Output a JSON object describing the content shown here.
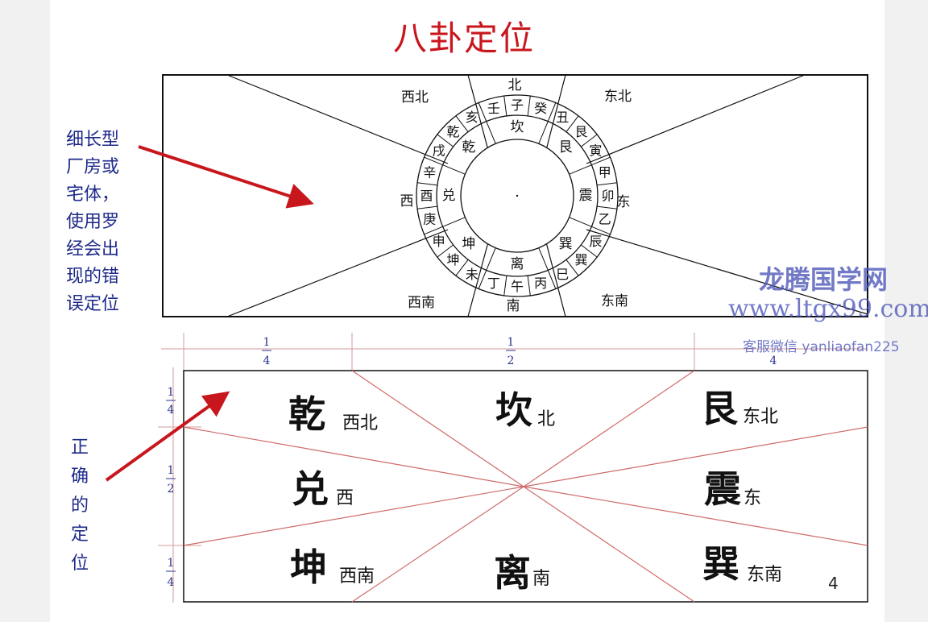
{
  "title": "八卦定位",
  "notes": {
    "wrong": "细长型厂房或宅体，使用罗经会出现的错误定位",
    "wrong_lines": [
      "细长型",
      "厂房或",
      "宅体，",
      "使用罗",
      "经会出",
      "现的错",
      "误定位"
    ],
    "right": "正确的定位",
    "right_lines": [
      "正",
      "确",
      "的",
      "定",
      "位"
    ]
  },
  "top_diagram": {
    "directions": {
      "north": "北",
      "northeast": "东北",
      "east": "东",
      "southeast": "东南",
      "south": "南",
      "southwest": "西南",
      "west": "西",
      "northwest": "西北"
    },
    "outer_ring": [
      "子",
      "癸",
      "丑",
      "艮",
      "寅",
      "甲",
      "卯",
      "乙",
      "辰",
      "巽",
      "巳",
      "丙",
      "午",
      "丁",
      "未",
      "坤",
      "申",
      "庚",
      "酉",
      "辛",
      "戌",
      "乾",
      "亥",
      "壬"
    ],
    "inner_ring": [
      "坎",
      "艮",
      "震",
      "巽",
      "离",
      "坤",
      "兑",
      "乾"
    ]
  },
  "bottom_diagram": {
    "fractions": {
      "quarter_num": "1",
      "quarter_den": "4",
      "half_num": "1",
      "half_den": "2"
    },
    "cells": [
      {
        "trigram": "乾",
        "dir": "西北"
      },
      {
        "trigram": "坎",
        "dir": "北"
      },
      {
        "trigram": "艮",
        "dir": "东北"
      },
      {
        "trigram": "兑",
        "dir": "西"
      },
      {
        "trigram": "震",
        "dir": "东"
      },
      {
        "trigram": "坤",
        "dir": "西南"
      },
      {
        "trigram": "离",
        "dir": "南"
      },
      {
        "trigram": "巽",
        "dir": "东南"
      }
    ]
  },
  "watermark": {
    "name": "龙腾国学网",
    "url": "www.ltgx99.com",
    "wechat": "客服微信 yanliaofan225"
  },
  "page_number": "4"
}
